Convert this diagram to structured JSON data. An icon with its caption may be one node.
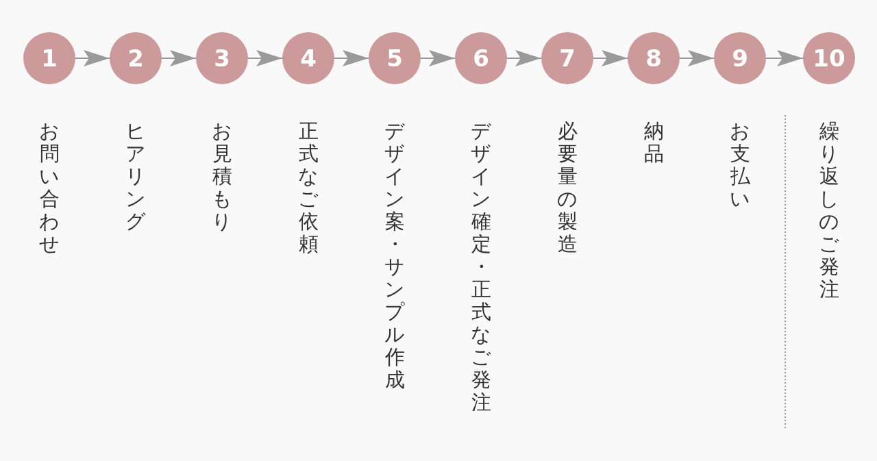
{
  "diagram": {
    "nodes": [
      {
        "text": [
          "1"
        ],
        "beside": [
          "お問い合わせ"
        ]
      },
      {
        "text": [
          "2"
        ],
        "beside": [
          "ヒアリング"
        ]
      },
      {
        "text": [
          "3"
        ],
        "beside": [
          "お見積もり"
        ]
      },
      {
        "text": [
          "4"
        ],
        "beside": [
          "正式なご依頼"
        ]
      },
      {
        "text": [
          "5"
        ],
        "beside": [
          "デザイン案・サンプル作成"
        ]
      },
      {
        "text": [
          "6"
        ],
        "beside": [
          "デザイン確定・正式なご発注"
        ]
      },
      {
        "text": [
          "7"
        ],
        "beside": [
          "必要量の製造"
        ]
      },
      {
        "text": [
          "8"
        ],
        "beside": [
          "納品"
        ]
      },
      {
        "text": [
          "9"
        ],
        "beside": [
          "お支払い"
        ]
      },
      {
        "text": [
          "10"
        ],
        "beside": [
          "繰り返しのご発注"
        ]
      }
    ],
    "edges": [
      {
        "from": 0,
        "to": 1,
        "arrow": "to"
      },
      {
        "from": 1,
        "to": 2,
        "arrow": "to"
      },
      {
        "from": 2,
        "to": 3,
        "arrow": "to"
      },
      {
        "from": 3,
        "to": 4,
        "arrow": "to"
      },
      {
        "from": 4,
        "to": 5,
        "arrow": "to"
      },
      {
        "from": 5,
        "to": 6,
        "arrow": "to"
      },
      {
        "from": 6,
        "to": 7,
        "arrow": "to"
      },
      {
        "from": 7,
        "to": 8,
        "arrow": "to"
      },
      {
        "from": 8,
        "to": 9,
        "arrow": "to"
      }
    ]
  }
}
